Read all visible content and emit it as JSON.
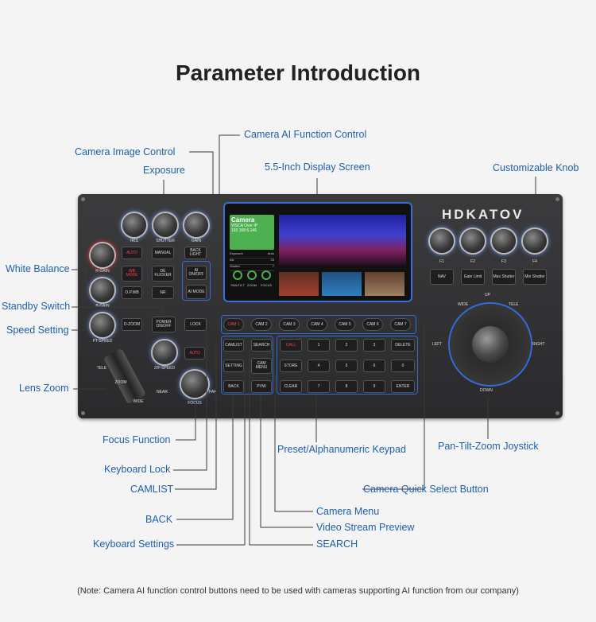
{
  "title": "Parameter Introduction",
  "note": "(Note: Camera AI function control buttons need to be used with cameras supporting AI function from our company)",
  "colors": {
    "accent": "#1f5fa8",
    "highlight": "#2f6edb",
    "panel": "#2f2f31"
  },
  "callouts": {
    "camera_ai": "Camera AI Function Control",
    "camera_image": "Camera Image Control",
    "display": "5.5-Inch Display Screen",
    "exposure": "Exposure",
    "custom_knob": "Customizable Knob",
    "white_balance": "White Balance",
    "standby": "Standby Switch",
    "speed": "Speed Setting",
    "lens_zoom": "Lens Zoom",
    "focus": "Focus Function",
    "keypad": "Preset/Alphanumeric Keypad",
    "joystick": "Pan-Tilt-Zoom Joystick",
    "keyboard_lock": "Keyboard Lock",
    "camlist": "CAMLIST",
    "quick_select": "Camera Quick Select Button",
    "camera_menu": "Camera Menu",
    "back": "BACK",
    "video_preview": "Video Stream Preview",
    "keyboard_settings": "Keyboard Settings",
    "search": "SEARCH"
  },
  "device": {
    "brand": "HDKATOV",
    "knob_labels": [
      "IRIS",
      "SHUTTER",
      "GAIN",
      "R-GAIN",
      "B-GAIN",
      "PT-SPEED",
      "Z/F-SPEED",
      "FOCUS"
    ],
    "fn_knob_labels": [
      "F1",
      "F2",
      "F3",
      "F4"
    ],
    "fn_buttons": [
      "NAV",
      "Gain Limit",
      "Max Shutter",
      "Min Shutter"
    ],
    "exposure_buttons": [
      "AUTO",
      "MANUAL",
      "BACK LIGHT"
    ],
    "wb_buttons": [
      "WB MODE",
      "DE FLICKER",
      "O.P.WB",
      "NR"
    ],
    "ai_buttons": [
      "AI ON/OFF",
      "AI MODE"
    ],
    "misc_buttons": {
      "dzoom": "D-ZOOM",
      "power": "POWER ON/OFF",
      "lock": "LOCK",
      "auto2": "AUTO",
      "near": "NEAR",
      "far": "FAR",
      "tele": "TELE",
      "zoom": "ZOOM",
      "wide": "WIDE"
    },
    "cam_buttons": [
      "CAM 1",
      "CAM 2",
      "CAM 3",
      "CAM 4",
      "CAM 5",
      "CAM 6",
      "CAM 7"
    ],
    "func_buttons": [
      "CAMLIST",
      "SEARCH",
      "SETTING",
      "CAM MENU",
      "BACK",
      "PVW"
    ],
    "keypad": [
      "CALL",
      "1",
      "2",
      "3",
      "DELETE",
      "STORE",
      "4",
      "5",
      "6",
      "0",
      "CLEAR",
      "7",
      "8",
      "9",
      "ENTER"
    ],
    "screen": {
      "title": "Camera",
      "protocol": "VISCA Over IP",
      "ip": "192.168.6.146",
      "rows": [
        [
          "Exposure",
          "Auto"
        ],
        [
          "Iris",
          "24"
        ],
        [
          "Shutter",
          "7"
        ]
      ],
      "dials": [
        "PAN/TILT",
        "ZOOM",
        "FOCUS"
      ]
    },
    "joystick_dirs": {
      "up": "UP",
      "down": "DOWN",
      "left": "LEFT",
      "right": "RIGHT",
      "wide": "WIDE",
      "tele": "TELE"
    }
  }
}
